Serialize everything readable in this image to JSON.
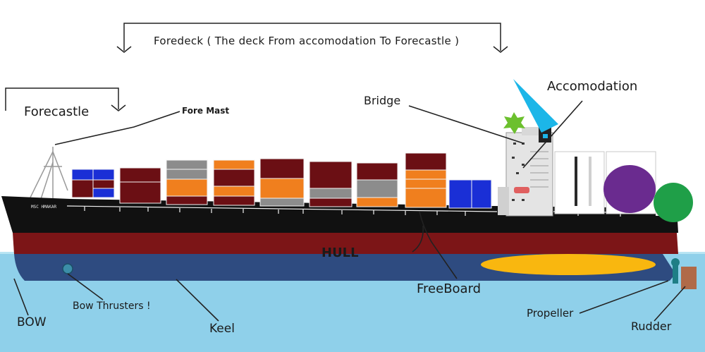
{
  "labels": {
    "foredeck": "Foredeck ( The deck From accomodation To Forecastle )",
    "forecastle": "Forecastle",
    "fore_mast": "Fore Mast",
    "bridge": "Bridge",
    "accomodation": "Accomodation",
    "hull": "HULL",
    "freeboard": "FreeBoard",
    "bow_thrusters": "Bow Thrusters !",
    "bow": "BOW",
    "keel": "Keel",
    "propeller": "Propeller",
    "rudder": "Rudder"
  },
  "ship_name": "MSC HMAKAR",
  "colors": {
    "sea": "#8fd0ea",
    "hull_black": "#111111",
    "hull_red": "#7c1517",
    "hull_blue": "#2e4b80",
    "container_maroon": "#6b0f14",
    "container_orange": "#f07f1e",
    "container_gray": "#8c8c8c",
    "container_blue": "#1a2fd6",
    "marker_purple": "#6a2b8f",
    "marker_green": "#1f9f48",
    "marker_yellow": "#f9b70f",
    "marker_cyan": "#1cb6e8",
    "marker_star": "#6cc02e"
  }
}
